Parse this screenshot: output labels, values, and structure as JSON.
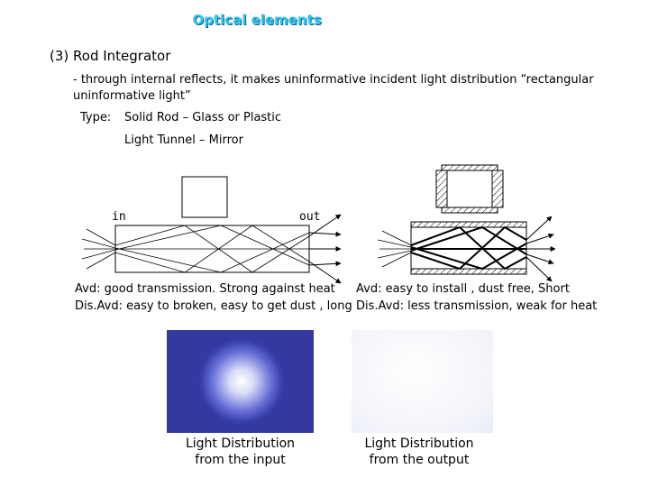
{
  "title": "Optical elements",
  "subtitle": "(3) Rod Integrator",
  "description": [
    "- through internal reflects, it makes uninformative incident light distribution “rectangular",
    "uninformative light”"
  ],
  "types": {
    "label": "Type:",
    "solid_rod": "Solid Rod – Glass or Plastic",
    "light_tunnel": "Light Tunnel – Mirror"
  },
  "diagram": {
    "in_label": "in",
    "out_label": "out"
  },
  "solid_rod": {
    "advantage": "Avd: good transmission. Strong against heat",
    "disadvantage": "Dis.Avd: easy to broken, easy to get dust , long"
  },
  "light_tunnel": {
    "advantage": "Avd: easy to install , dust free, Short",
    "disadvantage": "Dis.Avd: less transmission, weak for heat"
  },
  "distributions": {
    "input_caption": [
      "Light Distribution",
      "from the input"
    ],
    "output_caption": [
      "Light Distribution",
      "from the output"
    ]
  },
  "colors": {
    "title": "#35c8f0",
    "input_dist_edge": "#33399f",
    "input_dist_center": "#ffffff",
    "output_dist": "#eef0f8"
  }
}
